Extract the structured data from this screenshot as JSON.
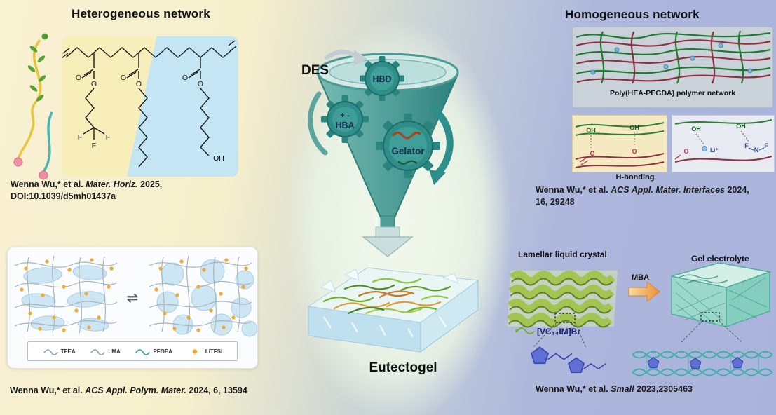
{
  "left": {
    "title": "Heterogeneous network",
    "citation_top": {
      "authors": "Wenna Wu,* et al. ",
      "journal": "Mater. Horiz.",
      "tail": " 2025,",
      "line2": "DOI:10.1039/d5mh01437a"
    },
    "chem_atoms": {
      "f": "F",
      "o": "O",
      "oh": "OH"
    },
    "network_panel": {
      "equilibrium": "⇌",
      "legend": [
        "TFEA",
        "LMA",
        "PFOEA",
        "LiTFSI"
      ]
    },
    "citation_bottom": {
      "authors": "Wenna Wu,* et al. ",
      "journal": "ACS Appl. Polym. Mater.",
      "tail": " 2024, 6, 13594"
    }
  },
  "center": {
    "des_label": "DES",
    "hbd_label": "HBD",
    "hba_sign": "+ -",
    "hba_label": "HBA",
    "gelator_label": "Gelator",
    "product_label": "Eutectogel"
  },
  "right": {
    "title": "Homogeneous network",
    "network_caption": "Poly(HEA-PEGDA) polymer network",
    "hbond_caption": "H-bonding",
    "hbond_atoms": {
      "oh": "OH",
      "o": "O",
      "li": "Li⁺",
      "f": "F",
      "n": "N"
    },
    "citation_top": {
      "authors": "Wenna Wu,* et al. ",
      "journal": "ACS Appl. Mater. Interfaces",
      "tail": " 2024,",
      "line2": "16, 29248"
    },
    "lamellar_label": "Lamellar liquid crystal",
    "gel_label": "Gel electrolyte",
    "mba_label": "MBA",
    "salt_label": "[VC₁₄IM]Br",
    "citation_bottom": {
      "authors": "Wenna Wu,* et al. ",
      "journal": "Small",
      "tail": " 2023,2305463"
    }
  },
  "colors": {
    "teal_accent": "#2f8e89",
    "fiber_green": "#6fb02c",
    "salt_orange": "#f1a62e",
    "background_left": "#f8f1d2",
    "background_right": "#a9b3dc",
    "network_green": "#1f7a30",
    "network_red": "#8e3040",
    "lamellar_green": "#a2c450",
    "pentagon_blue": "#5f6fd4"
  }
}
